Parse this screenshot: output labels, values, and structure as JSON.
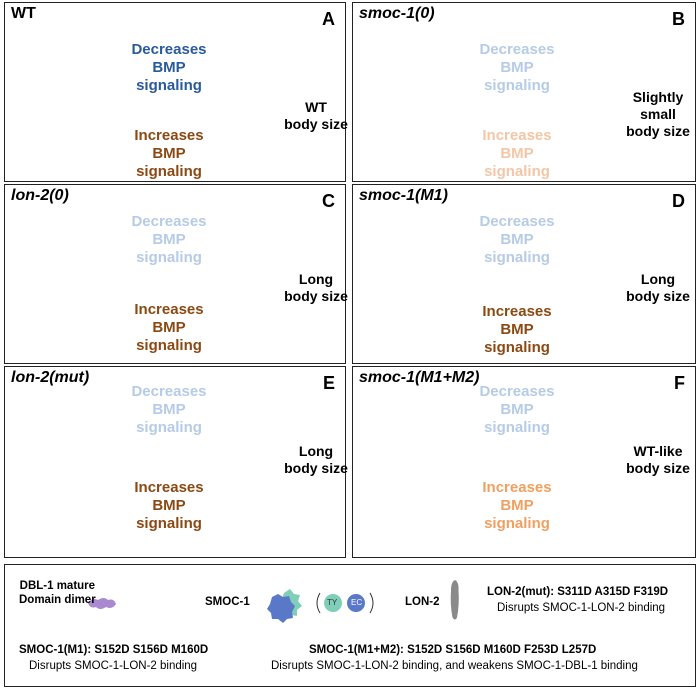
{
  "panels": [
    {
      "title": "WT",
      "letter": "A",
      "sig1": [
        "Decreases",
        "BMP",
        "signaling"
      ],
      "sig2": [
        "Increases",
        "BMP",
        "signaling"
      ],
      "size": [
        "WT",
        "body size"
      ]
    },
    {
      "title": "smoc-1(0)",
      "letter": "B",
      "sig1": [
        "Decreases",
        "BMP",
        "signaling"
      ],
      "sig2": [
        "Increases",
        "BMP",
        "signaling"
      ],
      "size": [
        "Slightly",
        "small",
        "body size"
      ]
    },
    {
      "title": "lon-2(0)",
      "letter": "C",
      "sig1": [
        "Decreases",
        "BMP",
        "signaling"
      ],
      "sig2": [
        "Increases",
        "BMP",
        "signaling"
      ],
      "size": [
        "Long",
        "body size"
      ]
    },
    {
      "title": "smoc-1(M1)",
      "letter": "D",
      "sig1": [
        "Decreases",
        "BMP",
        "signaling"
      ],
      "sig2": [
        "Increases",
        "BMP",
        "signaling"
      ],
      "size": [
        "Long",
        "body size"
      ]
    },
    {
      "title": "lon-2(mut)",
      "letter": "E",
      "sig1": [
        "Decreases",
        "BMP",
        "signaling"
      ],
      "sig2": [
        "Increases",
        "BMP",
        "signaling"
      ],
      "size": [
        "Long",
        "body size"
      ]
    },
    {
      "title": "smoc-1(M1+M2)",
      "letter": "F",
      "sig1": [
        "Decreases",
        "BMP",
        "signaling"
      ],
      "sig2": [
        "Increases",
        "BMP",
        "signaling"
      ],
      "size": [
        "WT-like",
        "body size"
      ]
    }
  ],
  "legend": {
    "dbl1": [
      "DBL-1 mature",
      "Domain dimer"
    ],
    "smoc1": "SMOC-1",
    "ty": "TY",
    "ec": "EC",
    "lon2": "LON-2",
    "lon2mut_title": "LON-2(mut): S311D A315D F319D",
    "lon2mut_desc": "Disrupts SMOC-1-LON-2 binding",
    "m1_title": "SMOC-1(M1): S152D S156D M160D",
    "m1_desc": "Disrupts SMOC-1-LON-2 binding",
    "m1m2_title": "SMOC-1(M1+M2): S152D S156D M160D F253D L257D",
    "m1m2_desc": "Disrupts SMOC-1-LON-2 binding, and weakens SMOC-1-DBL-1 binding"
  },
  "colors": {
    "decrease": "#2a5a9a",
    "increase": "#8b4a14",
    "faded_decrease": "#b6cbe6",
    "faded_increase": "#f2c6a6",
    "partial_increase": "#f0a060",
    "smoc_ty": "#7fcfb8",
    "smoc_ec": "#5a78c8",
    "dbl1": "#a98ad0",
    "lon2": "#8a8a8a",
    "mutation_x": "#d42020"
  }
}
